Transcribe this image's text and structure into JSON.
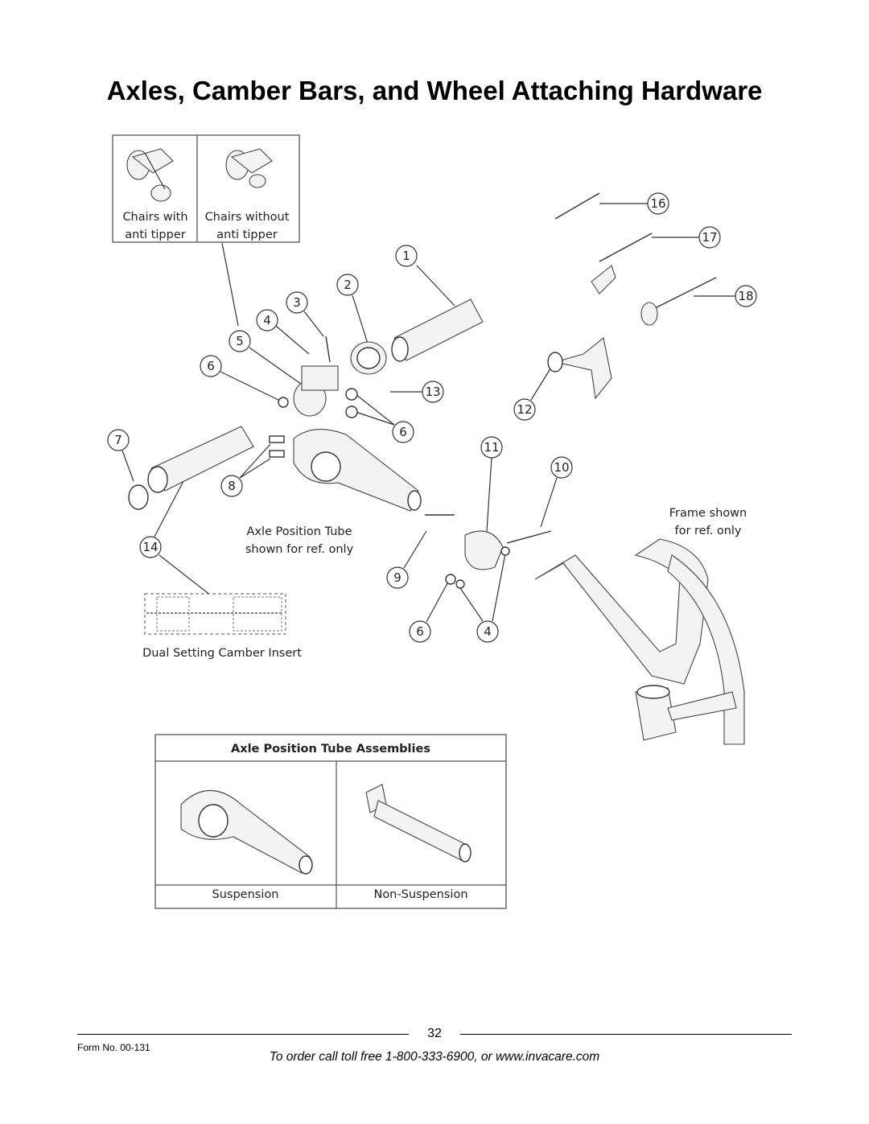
{
  "title": "Axles, Camber Bars, and Wheel Attaching Hardware",
  "diagram": {
    "inset_top": {
      "left_label_1": "Chairs with",
      "left_label_2": "anti tipper",
      "right_label_1": "Chairs without",
      "right_label_2": "anti tipper"
    },
    "callouts": [
      "1",
      "2",
      "3",
      "4",
      "5",
      "6",
      "6",
      "7",
      "8",
      "9",
      "10",
      "11",
      "12",
      "13",
      "14",
      "16",
      "17",
      "18",
      "6",
      "4"
    ],
    "axle_position_tube_note_1": "Axle Position Tube",
    "axle_position_tube_note_2": "shown for ref. only",
    "frame_note_1": "Frame shown",
    "frame_note_2": "for ref. only",
    "camber_insert_label": "Dual Setting Camber Insert",
    "assemblies": {
      "heading": "Axle Position Tube Assemblies",
      "left_label": "Suspension",
      "right_label": "Non-Suspension"
    }
  },
  "footer": {
    "page_number": "32",
    "form_no": "Form No.  00-131",
    "order_text": "To order call toll free 1-800-333-6900, or www.invacare.com"
  }
}
